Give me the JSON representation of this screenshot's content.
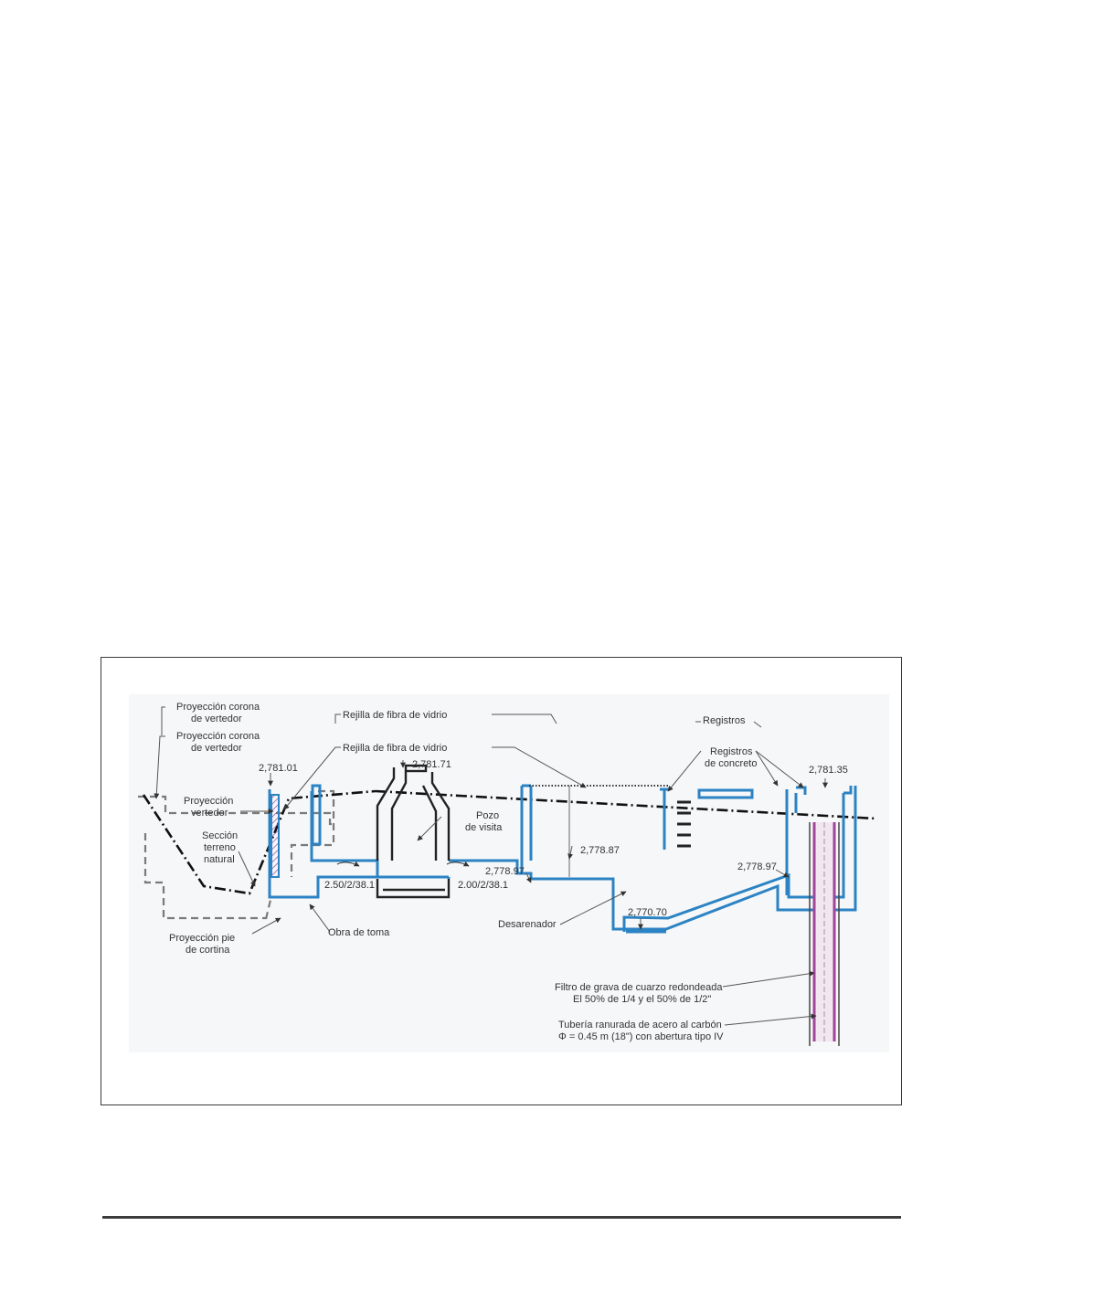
{
  "diagram": {
    "labels": {
      "proj_corona_1": [
        "Proyección corona",
        "de vertedor"
      ],
      "proj_corona_2": [
        "Proyección corona",
        "de vertedor"
      ],
      "proj_vertedor": [
        "Proyección",
        "vertedor"
      ],
      "seccion_terreno": [
        "Sección",
        "terreno",
        "natural"
      ],
      "proj_pie": [
        "Proyección pie",
        "de cortina"
      ],
      "obra_toma": "Obra de toma",
      "rejilla_1": "Rejilla de fibra de vidrio",
      "rejilla_2": "Rejilla de fibra de vidrio",
      "pozo": [
        "Pozo",
        "de visita"
      ],
      "registros_1": "Registros",
      "registros_2": [
        "Registros",
        "de concreto"
      ],
      "desarenador": "Desarenador",
      "filtro": [
        "Filtro de grava de cuarzo redondeada",
        "El 50% de 1/4 y el 50% de 1/2\""
      ],
      "tuberia": [
        "Tubería ranurada de acero al carbón",
        "Φ = 0.45 m (18\") con abertura tipo IV"
      ]
    },
    "elevations": {
      "e1": "2,781.01",
      "e2": "2,781.71",
      "e3": "2,781.35",
      "e4": "2,778.97",
      "e5": "2,778.87",
      "e6": "2,778.97",
      "e7": "2,770.70"
    },
    "pipes": {
      "p1": "2.50/2/38.1",
      "p2": "2.00/2/38.1"
    },
    "colors": {
      "structure": "#2c83c4",
      "dashed": "#7a7a7a",
      "ink": "#222222",
      "filter": "#a0459a"
    }
  }
}
